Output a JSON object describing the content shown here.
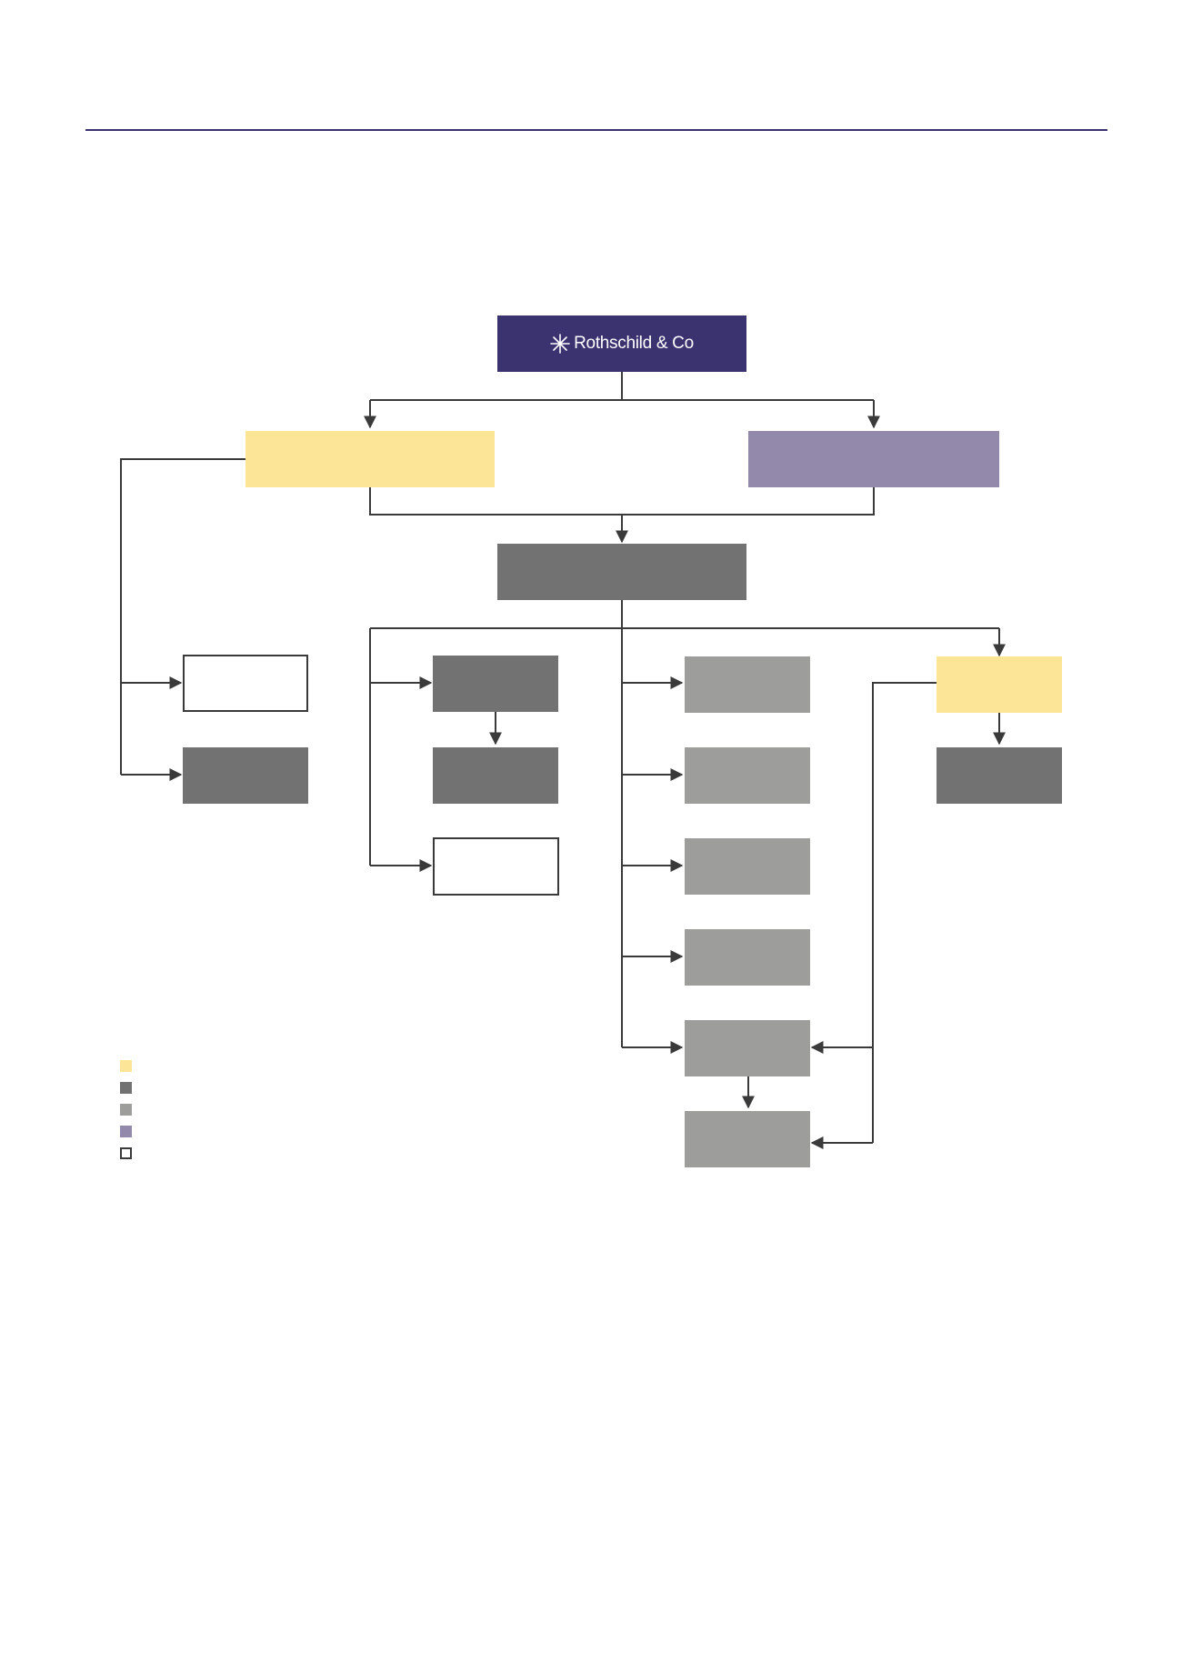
{
  "logo": {
    "text": "Rothschild & Co",
    "icon": "rothschild-arrows-icon"
  },
  "colors": {
    "rule": "#3b3270",
    "root": "#3b3270",
    "yellow": "#fde598",
    "dark_grey": "#727272",
    "light_grey": "#9d9d9c",
    "purple": "#9289ab",
    "outline_border": "#3a3a3a",
    "connector": "#3a3a3a"
  },
  "legend": {
    "items": [
      "yellow",
      "dark_grey",
      "light_grey",
      "purple",
      "outline"
    ]
  }
}
